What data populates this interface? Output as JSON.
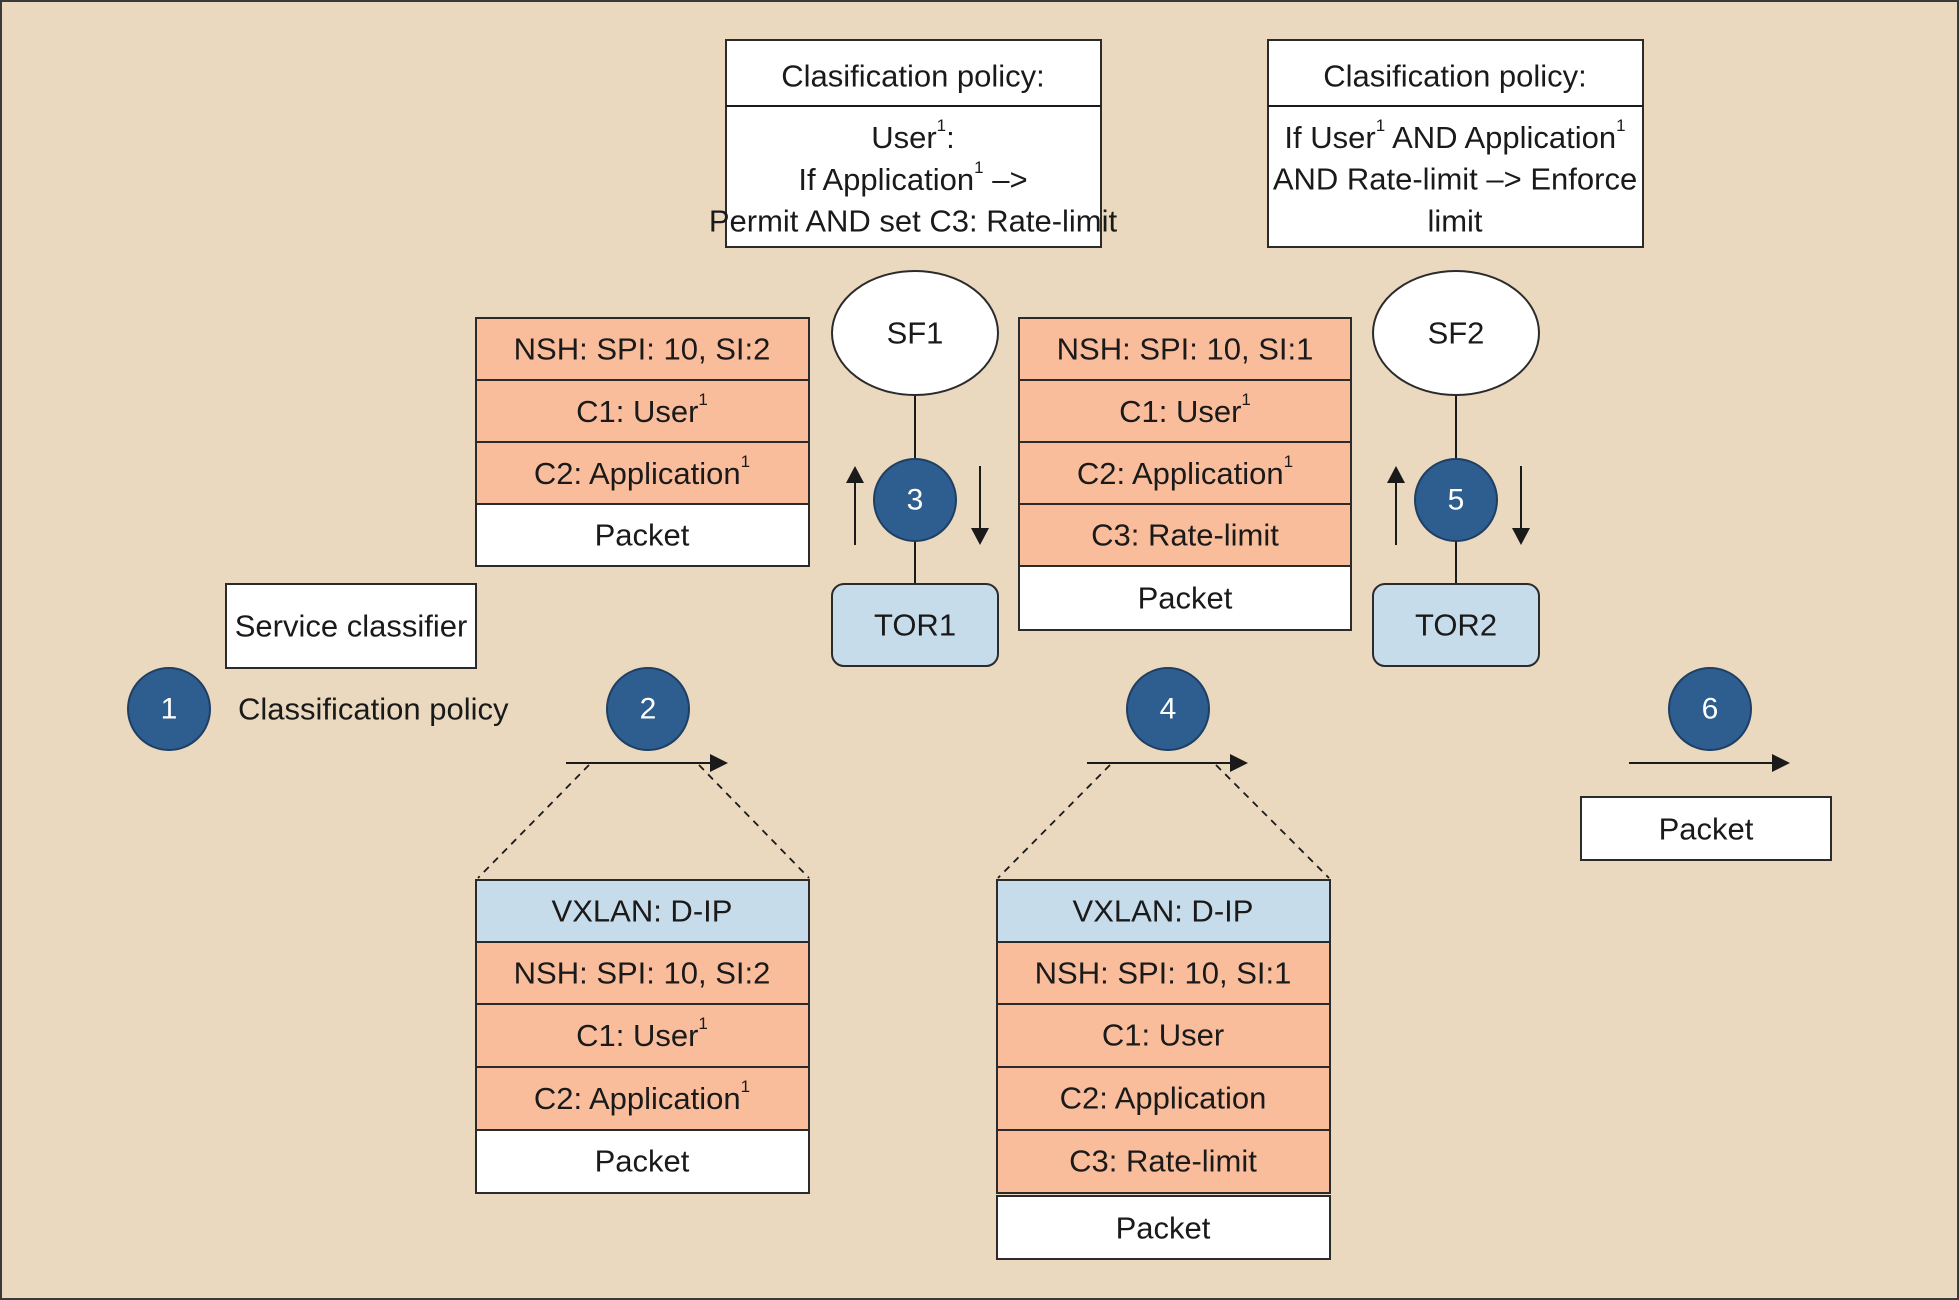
{
  "policy1": {
    "title": "Clasification policy:",
    "line1_text": "User",
    "line1_sup": "1",
    "line1_tail": ":",
    "line2_text": "If Application",
    "line2_sup": "1",
    "line2_tail": " –>",
    "line3": "Permit AND set C3: Rate-limit"
  },
  "policy2": {
    "title": "Clasification policy:",
    "line1_a": "If User",
    "line1_sup1": "1",
    "line1_b": " AND Application",
    "line1_sup2": "1",
    "line2": "AND Rate-limit –> Enforce",
    "line3": "limit"
  },
  "sf1": "SF1",
  "sf2": "SF2",
  "tor1": "TOR1",
  "tor2": "TOR2",
  "steps": [
    "1",
    "2",
    "3",
    "4",
    "5",
    "6"
  ],
  "service_classifier": "Service classifier",
  "classification_policy": "Classification policy",
  "stack_sf1": {
    "nsh": "NSH: SPI: 10, SI:2",
    "c1_text": "C1: User",
    "c1_sup": "1",
    "c2_text": "C2: Application",
    "c2_sup": "1",
    "packet": "Packet"
  },
  "stack_sf2": {
    "nsh": "NSH: SPI: 10, SI:1",
    "c1_text": "C1: User",
    "c1_sup": "1",
    "c2_text": "C2: Application",
    "c2_sup": "1",
    "c3": "C3: Rate-limit",
    "packet": "Packet"
  },
  "stack_vx1": {
    "vxlan": "VXLAN: D-IP",
    "nsh": "NSH: SPI: 10, SI:2",
    "c1_text": "C1: User",
    "c1_sup": "1",
    "c2_text": "C2: Application",
    "c2_sup": "1",
    "packet": "Packet"
  },
  "stack_vx2": {
    "vxlan": "VXLAN: D-IP",
    "nsh": "NSH: SPI: 10, SI:1",
    "c1": "C1: User",
    "c2": "C2: Application",
    "c3": "C3: Rate-limit",
    "packet": "Packet"
  },
  "final_packet": "Packet",
  "colors": {
    "background": "#ead8bf",
    "header_salmon": "#f9bd9c",
    "vxlan_blue": "#c7dceb",
    "step_circle": "#2e5e8f"
  }
}
